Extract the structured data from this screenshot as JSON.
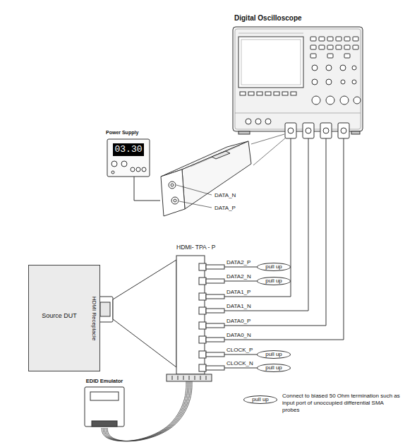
{
  "diagram": {
    "nodes": [
      {
        "text": [
          "Digital Oscilloscope"
        ]
      },
      {
        "text": [
          "Power Supply",
          "03.30"
        ]
      },
      {
        "text": [
          "DATA_N",
          "DATA_P"
        ]
      },
      {
        "text": [
          "HDMI- TPA - P"
        ]
      },
      {
        "text": [
          "pull up"
        ]
      },
      {
        "text": [
          "pull up"
        ]
      },
      {
        "text": [
          "Source DUT"
        ]
      },
      {
        "text": [
          "HDMI Receptacle"
        ],
        "in": 6
      },
      {
        "text": [
          "pull up"
        ]
      },
      {
        "text": [
          "pull up"
        ]
      },
      {
        "text": [
          "EDID Emulator"
        ]
      },
      {
        "text": [
          "pull up"
        ]
      }
    ],
    "edges": [
      {
        "from": 1,
        "to": 2,
        "arrow": "none"
      },
      {
        "from": 3,
        "to": 4,
        "arrow": "none"
      },
      {
        "from": 3,
        "to": 5,
        "arrow": "none"
      },
      {
        "from": 3,
        "to": 8,
        "arrow": "none"
      },
      {
        "from": 3,
        "to": 9,
        "arrow": "none"
      },
      {
        "from": 3,
        "to": 0,
        "arrow": "none"
      },
      {
        "from": 3,
        "to": 0,
        "arrow": "none"
      },
      {
        "from": 3,
        "to": 0,
        "arrow": "none"
      },
      {
        "from": 3,
        "to": 0,
        "arrow": "none"
      },
      {
        "from": 3,
        "to": 10,
        "arrow": "none"
      }
    ],
    "labels": [
      "DATA2_P",
      "DATA2_N",
      "DATA1_P",
      "DATA1_N",
      "DATA0_P",
      "DATA0_N",
      "CLOCK_P",
      "CLOCK_N"
    ],
    "legend": [
      {
        "text": "Connect to biased 50 Ohm termination such as input port of unoccupied differential SMA probes"
      }
    ]
  }
}
